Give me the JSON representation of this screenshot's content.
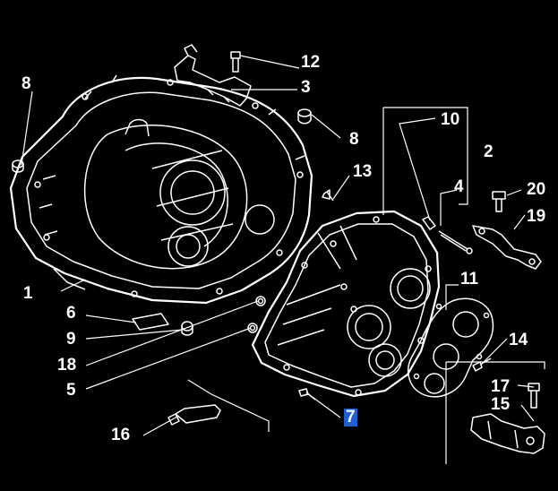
{
  "diagram": {
    "background": "#000000",
    "line_color": "#ffffff",
    "highlight_color": "#1f5fd6",
    "callouts": [
      {
        "id": "1",
        "label": "1"
      },
      {
        "id": "2",
        "label": "2"
      },
      {
        "id": "3",
        "label": "3"
      },
      {
        "id": "4",
        "label": "4"
      },
      {
        "id": "5",
        "label": "5"
      },
      {
        "id": "6",
        "label": "6"
      },
      {
        "id": "7",
        "label": "7",
        "highlighted": true
      },
      {
        "id": "8a",
        "label": "8"
      },
      {
        "id": "8b",
        "label": "8"
      },
      {
        "id": "9",
        "label": "9"
      },
      {
        "id": "10",
        "label": "10"
      },
      {
        "id": "11",
        "label": "11"
      },
      {
        "id": "12",
        "label": "12"
      },
      {
        "id": "13",
        "label": "13"
      },
      {
        "id": "14",
        "label": "14"
      },
      {
        "id": "15",
        "label": "15"
      },
      {
        "id": "16",
        "label": "16"
      },
      {
        "id": "17",
        "label": "17"
      },
      {
        "id": "18",
        "label": "18"
      },
      {
        "id": "19",
        "label": "19"
      },
      {
        "id": "20",
        "label": "20"
      }
    ]
  }
}
